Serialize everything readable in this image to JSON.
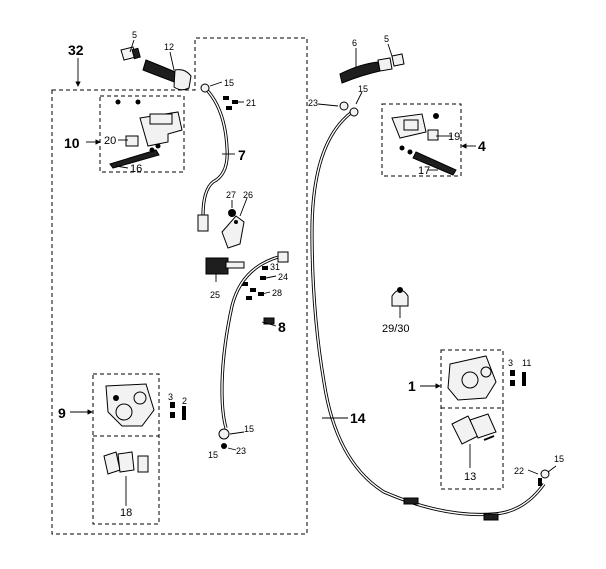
{
  "callouts": {
    "c32": "32",
    "c12": "12",
    "c5a": "5",
    "c15a": "15",
    "c21": "21",
    "c10": "10",
    "c20": "20",
    "c16": "16",
    "c7": "7",
    "c27": "27",
    "c26": "26",
    "c31": "31",
    "c24": "24",
    "c25": "25",
    "c28": "28",
    "c8": "8",
    "c9": "9",
    "c3a": "3",
    "c2": "2",
    "c18": "18",
    "c15b": "15",
    "c15c": "15",
    "c23b": "23",
    "c6": "6",
    "c5b": "5",
    "c15d": "15",
    "c23a": "23",
    "c19": "19",
    "c4": "4",
    "c17": "17",
    "c2930": "29/30",
    "c1": "1",
    "c3b": "3",
    "c11": "11",
    "c13": "13",
    "c14": "14",
    "c22": "22",
    "c15e": "15"
  }
}
